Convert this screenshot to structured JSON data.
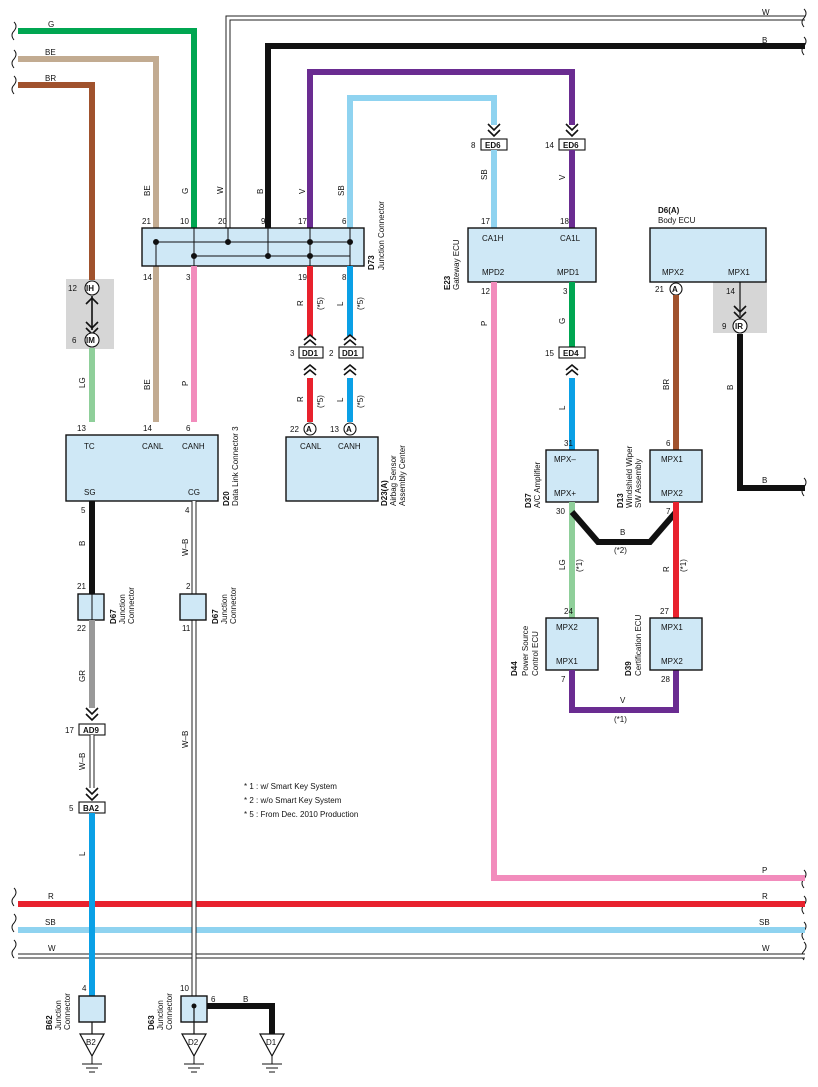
{
  "colors": {
    "G": "#00a651",
    "BE": "#c2ab91",
    "BR": "#a0522d",
    "W": "#ffffff",
    "B": "#111111",
    "V": "#6a2c91",
    "SB": "#8fd3f0",
    "LG": "#8fcf9a",
    "P": "#f28cbc",
    "R": "#e8212d",
    "L": "#0aa0e6",
    "GR": "#999999",
    "box_fill": "#cfe8f6",
    "shade": "#d6d6d6"
  },
  "wire_labels": {
    "top_g": "G",
    "top_be": "BE",
    "top_br": "BR",
    "top_w": "W",
    "top_b": "B",
    "d73_be": "BE",
    "d73_g": "G",
    "d73_w": "W",
    "d73_b": "B",
    "d73_v": "V",
    "d73_sb": "SB",
    "e23_sb": "SB",
    "e23_v": "V",
    "e23_p": "P",
    "br_ih": "LG",
    "be_low": "BE",
    "p_low": "P",
    "r_dd1": "R",
    "l_dd1": "L",
    "r_low": "R",
    "l_low": "L",
    "d20_b": "B",
    "d20_wb": "W–B",
    "gr": "GR",
    "ad9_wb": "W–B",
    "w_b_mid": "W–B",
    "ba2_l": "L",
    "g_ed4": "G",
    "l_ed4": "L",
    "br_d6": "BR",
    "b_ir": "B",
    "b_right": "B",
    "b_mid": "B",
    "lg_mid": "LG",
    "r_mid": "R",
    "v_bottom": "V",
    "p_right": "P",
    "r_bus": "R",
    "sb_bus": "SB",
    "w_bus": "W",
    "r_bus_r": "R",
    "sb_bus_r": "SB",
    "w_bus_r": "W",
    "d1_b": "B"
  },
  "notes": {
    "star5_a": "(*5)",
    "star5_b": "(*5)",
    "star5_c": "(*5)",
    "star5_d": "(*5)",
    "star2": "(*2)",
    "star1_a": "(*1)",
    "star1_b": "(*1)",
    "star1_c": "(*1)"
  },
  "connectors": {
    "ed6_a": "ED6",
    "ed6_b": "ED6",
    "dd1_a": "DD1",
    "dd1_b": "DD1",
    "ed4": "ED4",
    "ih": "IH",
    "im": "IM",
    "ir": "IR",
    "ad9": "AD9",
    "ba2": "BA2",
    "a_d23_1": "A",
    "a_d23_2": "A",
    "a_d6": "A"
  },
  "pins": {
    "ed6_a": "8",
    "ed6_b": "14",
    "d73_21": "21",
    "d73_10": "10",
    "d73_20": "20",
    "d73_9": "9",
    "d73_17": "17",
    "d73_6": "6",
    "d73_14": "14",
    "d73_3": "3",
    "d73_19": "19",
    "d73_8": "8",
    "dd1_a": "3",
    "dd1_b": "2",
    "d23_22": "22",
    "d23_13": "13",
    "ih": "12",
    "im": "6",
    "d20_13": "13",
    "d20_14": "14",
    "d20_6": "6",
    "d20_5": "5",
    "d20_4": "4",
    "d67a_21": "21",
    "d67a_22": "22",
    "d67b_2": "2",
    "d67b_11": "11",
    "ad9": "17",
    "ba2": "5",
    "b62_4": "4",
    "d63_10": "10",
    "d63_6": "6",
    "e23_17": "17",
    "e23_18": "18",
    "e23_12": "12",
    "e23_3": "3",
    "ed4": "15",
    "d37_31": "31",
    "d37_30": "30",
    "d44_24": "24",
    "d44_7": "7",
    "d6_21": "21",
    "d6_14": "14",
    "ir": "9",
    "d13_6": "6",
    "d13_7": "7",
    "d39_27": "27",
    "d39_28": "28"
  },
  "components": {
    "d73_id": "D73",
    "d73_name": "Junction Connector",
    "d20_id": "D20",
    "d20_name": "Data Link Connector 3",
    "d23_id": "D23(A)",
    "d23_name1": "Airbag Sensor",
    "d23_name2": "Assembly Center",
    "e23_id": "E23",
    "e23_name": "Gateway ECU",
    "d6_id": "D6(A)",
    "d6_name": "Body ECU",
    "d37_id": "D37",
    "d37_name": "A/C Amplifier",
    "d13_id": "D13",
    "d13_name1": "Windshield Wiper",
    "d13_name2": "SW Assembly",
    "d44_id": "D44",
    "d44_name1": "Power Source",
    "d44_name2": "Control ECU",
    "d39_id": "D39",
    "d39_name": "Certification ECU",
    "d67a_id": "D67",
    "d67a_name1": "Junction",
    "d67a_name2": "Connector",
    "d67b_id": "D67",
    "d67b_name1": "Junction",
    "d67b_name2": "Connector",
    "b62_id": "B62",
    "b62_name1": "Junction",
    "b62_name2": "Connector",
    "d63_id": "D63",
    "d63_name1": "Junction",
    "d63_name2": "Connector"
  },
  "pin_labels": {
    "d20_tc": "TC",
    "d20_canl": "CANL",
    "d20_canh": "CANH",
    "d20_sg": "SG",
    "d20_cg": "CG",
    "d23_canl": "CANL",
    "d23_canh": "CANH",
    "e23_ca1h": "CA1H",
    "e23_ca1l": "CA1L",
    "e23_mpd2": "MPD2",
    "e23_mpd1": "MPD1",
    "d6_mpx2": "MPX2",
    "d6_mpx1": "MPX1",
    "d37_mpxm": "MPX–",
    "d37_mpxp": "MPX+",
    "d13_mpx1": "MPX1",
    "d13_mpx2": "MPX2",
    "d44_mpx2": "MPX2",
    "d44_mpx1": "MPX1",
    "d39_mpx1": "MPX1",
    "d39_mpx2": "MPX2"
  },
  "grounds": {
    "b2": "B2",
    "d2": "D2",
    "d1": "D1"
  },
  "legend": {
    "line1": "* 1 : w/ Smart Key System",
    "line2": "* 2 : w/o Smart Key System",
    "line3": "* 5 : From Dec. 2010 Production"
  }
}
